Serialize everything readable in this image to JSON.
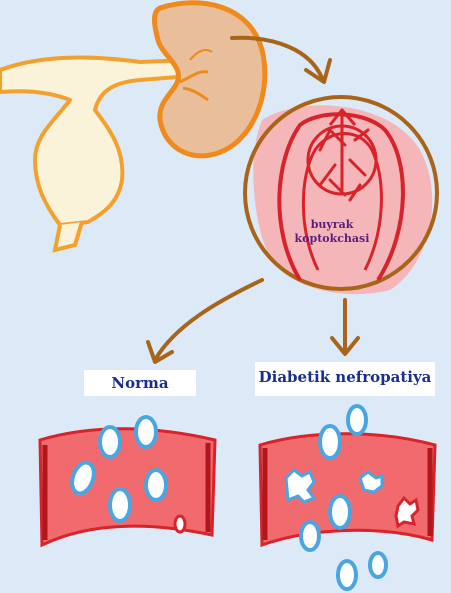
{
  "colors": {
    "background": "#dce9f6",
    "kidney_fill": "#e8bf9a",
    "kidney_outline": "#f08a1c",
    "vessel_red": "#d8232a",
    "glomerulus_pink": "#f4b6b8",
    "arrow_brown": "#a86418",
    "label_text": "#1a2f8a",
    "cell_blue": "#4aa6e0"
  },
  "labels": {
    "glomerulus_line1": "buyrak",
    "glomerulus_line2": "koptokchasi",
    "normal": "Norma",
    "diabetic": "Diabetik nefropatiya"
  }
}
